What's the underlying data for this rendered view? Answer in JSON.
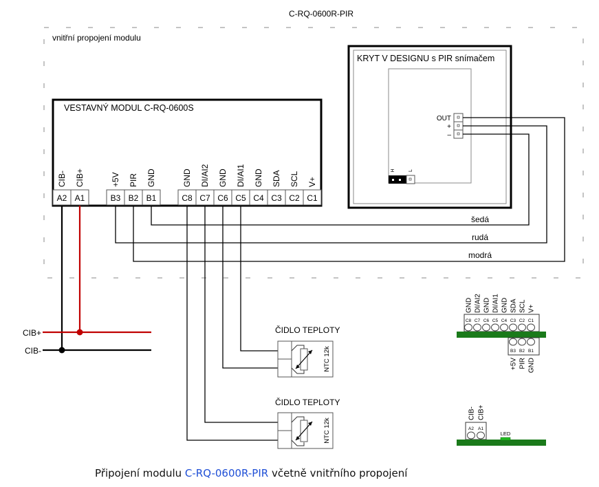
{
  "title": "C-RQ-0600R-PIR",
  "internal_label": "vnitřní propojení modulu",
  "module": {
    "title": "VESTAVNÝ MODUL  C-RQ-0600S",
    "terminals": [
      {
        "id": "A2",
        "signal": "CIB-"
      },
      {
        "id": "A1",
        "signal": "CIB+"
      },
      {
        "id": "B3",
        "signal": "+5V"
      },
      {
        "id": "B2",
        "signal": "PIR"
      },
      {
        "id": "B1",
        "signal": "GND"
      },
      {
        "id": "C8",
        "signal": "GND"
      },
      {
        "id": "C7",
        "signal": "DI/AI2"
      },
      {
        "id": "C6",
        "signal": "GND"
      },
      {
        "id": "C5",
        "signal": "DI/AI1"
      },
      {
        "id": "C4",
        "signal": "GND"
      },
      {
        "id": "C3",
        "signal": "SDA"
      },
      {
        "id": "C2",
        "signal": "SCL"
      },
      {
        "id": "C1",
        "signal": "V+"
      }
    ]
  },
  "cover": {
    "title": "KRYT V DESIGNU s PIR snímačem",
    "pins": [
      "OUT",
      "+",
      "–"
    ],
    "jumper_labels": [
      "H",
      "L"
    ]
  },
  "wires": {
    "labels": [
      "šedá",
      "rudá",
      "modrá"
    ]
  },
  "bus": {
    "plus": "CIB+",
    "minus": "CIB-",
    "plus_color": "#c00000",
    "minus_color": "#000000"
  },
  "sensors": [
    {
      "title": "ČIDLO TEPLOTY",
      "type": "NTC 12k"
    },
    {
      "title": "ČIDLO TEPLOTY",
      "type": "NTC 12k"
    }
  ],
  "pcb_top": {
    "c_ids": [
      "C8",
      "C7",
      "C6",
      "C5",
      "C4",
      "C3",
      "C2",
      "C1"
    ],
    "c_signals": [
      "GND",
      "DI/AI2",
      "GND",
      "DI/AI1",
      "GND",
      "SDA",
      "SCL",
      "V+"
    ],
    "b_ids": [
      "B3",
      "B2",
      "B1"
    ],
    "b_signals": [
      "+5V",
      "PIR",
      "GND"
    ],
    "board_color": "#1a7a1a"
  },
  "pcb_bottom": {
    "a_ids": [
      "A2",
      "A1"
    ],
    "a_signals": [
      "CIB-",
      "CIB+"
    ],
    "led_label": "LED",
    "led_color": "#22bb22"
  },
  "caption": {
    "prefix": "Připojení modulu ",
    "highlight": "C-RQ-0600R-PIR",
    "suffix": " včetně vnitřního propojení",
    "highlight_color": "#1f4fd6"
  }
}
